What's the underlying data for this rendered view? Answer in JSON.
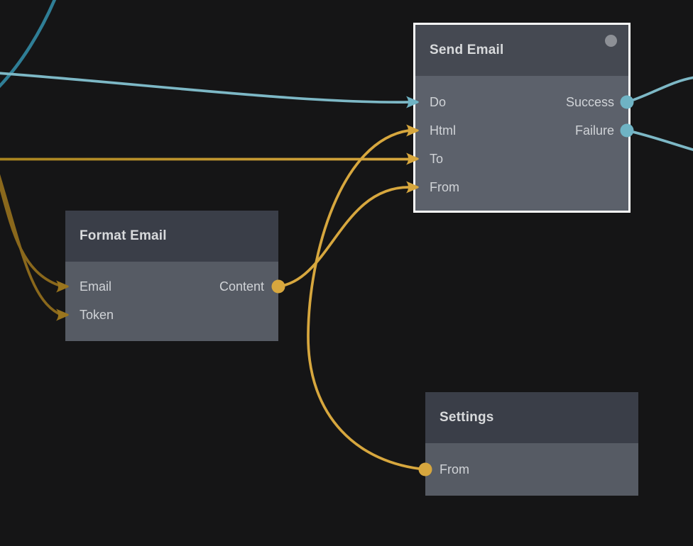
{
  "app": {
    "description": "Visual flow node editor canvas"
  },
  "nodes": {
    "send_email": {
      "title": "Send Email",
      "selected": true,
      "has_indicator_dot": true,
      "inputs": [
        "Do",
        "Html",
        "To",
        "From"
      ],
      "outputs": [
        "Success",
        "Failure"
      ]
    },
    "format_email": {
      "title": "Format Email",
      "selected": false,
      "inputs": [
        "Email",
        "Token"
      ],
      "outputs": [
        "Content"
      ]
    },
    "settings": {
      "title": "Settings",
      "selected": false,
      "inputs": [],
      "outputs": [
        "From"
      ]
    }
  },
  "connections": [
    {
      "from": "(offscreen left)",
      "to": "Send Email.Do",
      "color": "teal"
    },
    {
      "from": "(offscreen left)",
      "to": "Send Email.To",
      "color": "yellow"
    },
    {
      "from": "Format Email.Content",
      "to": "Send Email.From",
      "color": "yellow"
    },
    {
      "from": "Settings.From",
      "to": "Send Email.Html",
      "color": "yellow"
    },
    {
      "from": "(offscreen left)",
      "to": "Format Email.Email",
      "color": "dark-yellow"
    },
    {
      "from": "(offscreen left)",
      "to": "Format Email.Token",
      "color": "dark-yellow"
    },
    {
      "from": "Send Email.Success",
      "to": "(offscreen right)",
      "color": "teal"
    },
    {
      "from": "Send Email.Failure",
      "to": "(offscreen right)",
      "color": "teal"
    },
    {
      "from": "(offscreen top)",
      "to": "(offscreen left)",
      "color": "dark-teal"
    }
  ],
  "colors": {
    "background": "#151516",
    "teal_wire": "#7db8c6",
    "teal_port": "#6fb3c4",
    "dark_teal_wire": "#2f7e96",
    "yellow": "#d7a73e",
    "yellow_dim": "#a8841f",
    "dark_yellow": "#8a681c",
    "dark_yellow_arrow": "#9a751e",
    "selection_border": "#ffffff",
    "indicator_dot": "#8d9096",
    "node_header": "#3a3e48",
    "node_body": "#565b64"
  }
}
